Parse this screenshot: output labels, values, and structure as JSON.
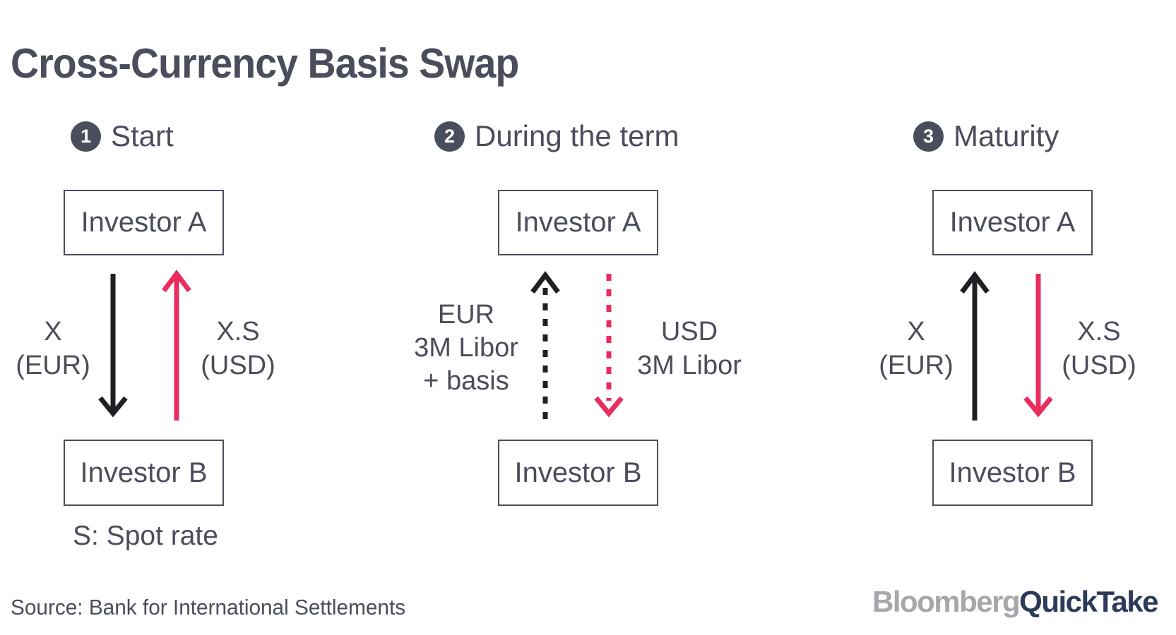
{
  "title": "Cross-Currency Basis Swap",
  "colors": {
    "background": "#ffffff",
    "slate": "#4a4d5b",
    "black": "#1f2023",
    "pink": "#e92d5f",
    "badge": "#4a4e5c",
    "logo_gray": "#a5a7aa",
    "logo_navy": "#2e3a59"
  },
  "panels": [
    {
      "number": "1",
      "heading": "Start",
      "top_box": "Investor A",
      "bottom_box": "Investor B",
      "left_label": [
        "X",
        "(EUR)"
      ],
      "right_label": [
        "X.S",
        "(USD)"
      ],
      "left_arrow": {
        "direction": "down",
        "style": "solid",
        "color": "black"
      },
      "right_arrow": {
        "direction": "up",
        "style": "solid",
        "color": "pink"
      },
      "note": "S: Spot rate"
    },
    {
      "number": "2",
      "heading": "During the term",
      "top_box": "Investor A",
      "bottom_box": "Investor B",
      "left_label": [
        "EUR",
        "3M Libor",
        "+ basis"
      ],
      "right_label": [
        "USD",
        "3M Libor"
      ],
      "left_arrow": {
        "direction": "up",
        "style": "dashed",
        "color": "black"
      },
      "right_arrow": {
        "direction": "down",
        "style": "dashed",
        "color": "pink"
      }
    },
    {
      "number": "3",
      "heading": "Maturity",
      "top_box": "Investor A",
      "bottom_box": "Investor B",
      "left_label": [
        "X",
        "(EUR)"
      ],
      "right_label": [
        "X.S",
        "(USD)"
      ],
      "left_arrow": {
        "direction": "up",
        "style": "solid",
        "color": "black"
      },
      "right_arrow": {
        "direction": "down",
        "style": "solid",
        "color": "pink"
      }
    }
  ],
  "footer": {
    "source": "Source: Bank for International Settlements",
    "logo_part1": "Bloomberg",
    "logo_part2": "QuickTake"
  }
}
